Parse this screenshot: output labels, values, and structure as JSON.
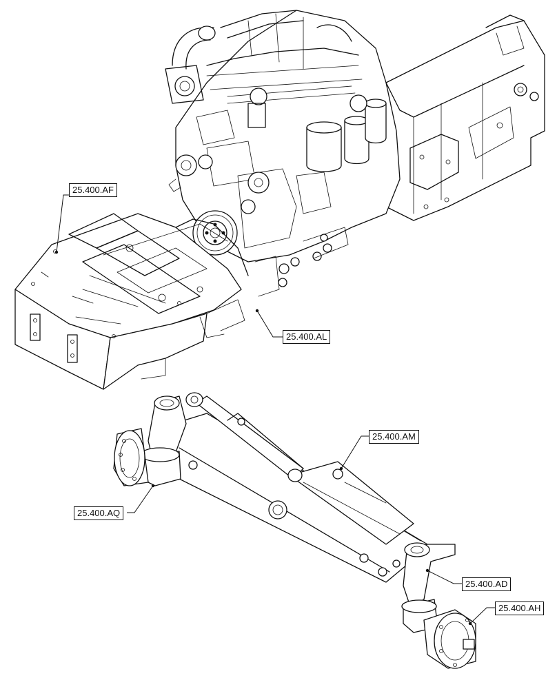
{
  "callouts": {
    "af": "25.400.AF",
    "al": "25.400.AL",
    "am": "25.400.AM",
    "aq": "25.400.AQ",
    "ad": "25.400.AD",
    "ah": "25.400.AH"
  }
}
